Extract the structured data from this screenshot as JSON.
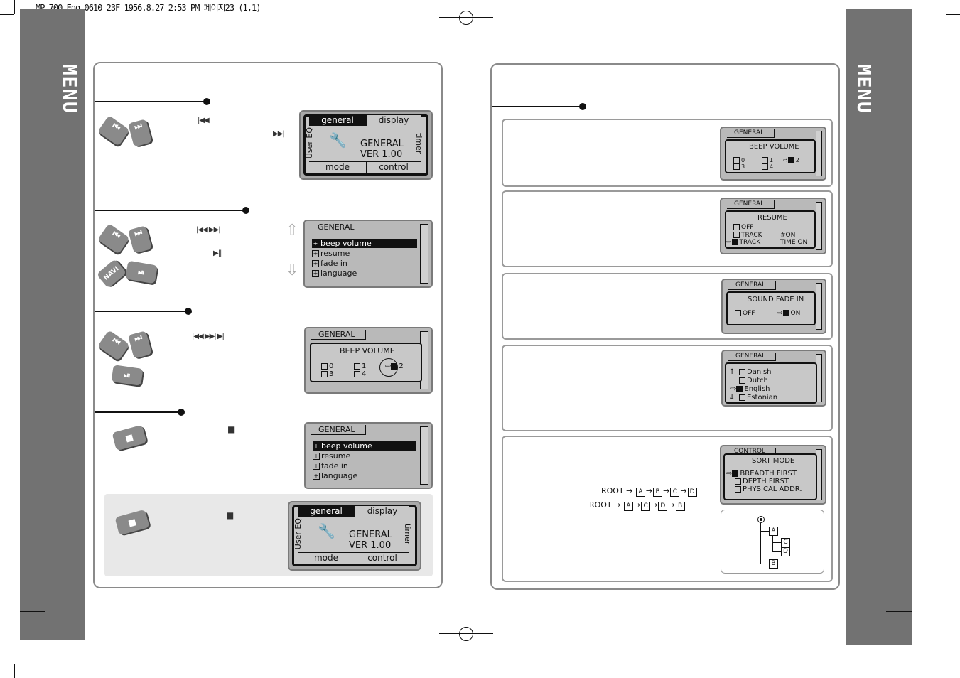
{
  "print_header": "MP 700 Eng 0610 23F 1956.8.27 2:53 PM 페이지23 (1,1)",
  "side_title": "MENU",
  "lcd_general": {
    "tab_general": "general",
    "tab_display": "display",
    "tab_mode": "mode",
    "tab_control": "control",
    "left_label": "User EQ",
    "right_label": "timer",
    "line1": "GENERAL",
    "line2": "VER 1.00"
  },
  "menu_list": {
    "header": "GENERAL",
    "items": [
      "beep volume",
      "resume",
      "fade in",
      "language"
    ]
  },
  "beep_volume": {
    "header": "GENERAL",
    "title": "BEEP VOLUME",
    "options": [
      "0",
      "1",
      "2",
      "3",
      "4"
    ]
  },
  "resume": {
    "header": "GENERAL",
    "title": "RESUME",
    "off": "OFF",
    "track": "TRACK",
    "track2": "TRACK",
    "on": "#ON",
    "time_on": "TIME ON"
  },
  "fade": {
    "header": "GENERAL",
    "title": "SOUND FADE IN",
    "off": "OFF",
    "on": "ON"
  },
  "language": {
    "header": "GENERAL",
    "items": [
      "Danish",
      "Dutch",
      "English",
      "Estonian"
    ]
  },
  "sort": {
    "header": "CONTROL",
    "title": "SORT MODE",
    "options": [
      "BREADTH FIRST",
      "DEPTH FIRST",
      "PHYSICAL ADDR."
    ],
    "root": "ROOT",
    "seq1": [
      "A",
      "B",
      "C",
      "D"
    ],
    "seq2": [
      "A",
      "C",
      "D",
      "B"
    ],
    "tree": [
      "A",
      "C",
      "D",
      "B"
    ]
  },
  "buttons": {
    "navi": "NAVI"
  }
}
